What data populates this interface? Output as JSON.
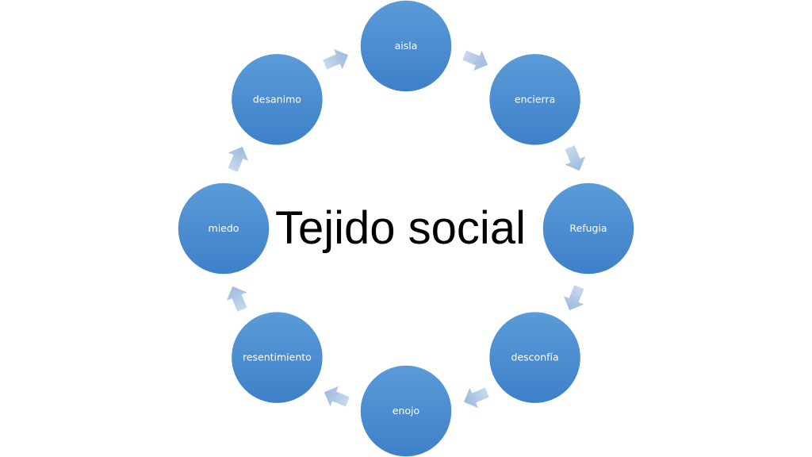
{
  "title": "Tejido social",
  "cycle": {
    "nodes": [
      {
        "label": "aisla"
      },
      {
        "label": "encierra"
      },
      {
        "label": "Refugia"
      },
      {
        "label": "desconfía"
      },
      {
        "label": "enojo"
      },
      {
        "label": "resentimiento"
      },
      {
        "label": "miedo"
      },
      {
        "label": "desanimo"
      }
    ],
    "colors": {
      "node_fill_top": "#5a9bd8",
      "node_fill_bottom": "#3e80c8",
      "node_stroke": "#ffffff",
      "arrow_fill_light": "#c9d9ee",
      "arrow_fill_dark": "#9bb9df",
      "label_color": "#ffffff"
    }
  }
}
